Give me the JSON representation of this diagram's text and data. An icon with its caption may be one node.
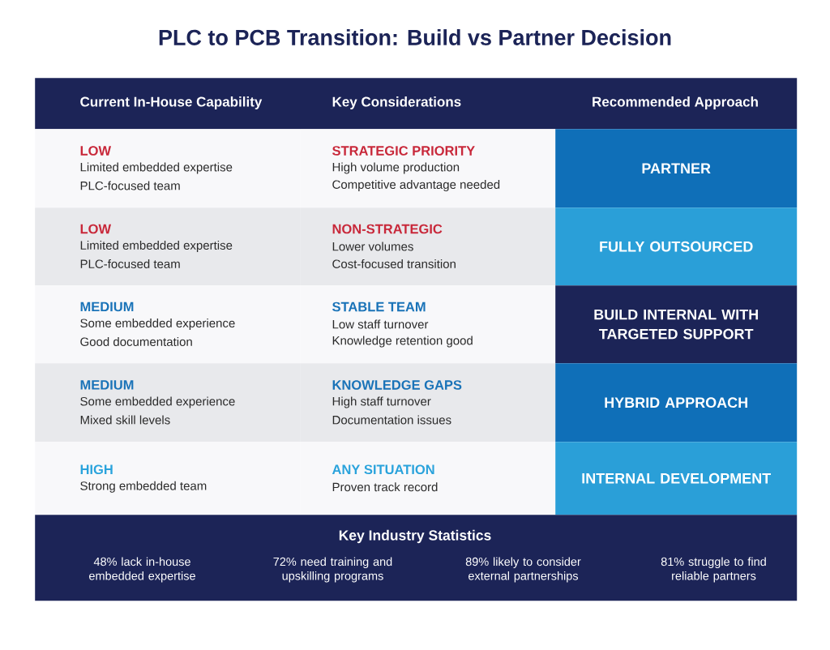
{
  "diagram": {
    "title": "PLC to PCB Transition: Build vs Partner Decision",
    "nodes": [
      {
        "text": [
          "Current In-House Capability",
          "Key Considerations",
          "Recommended Approach"
        ]
      },
      {
        "text": [
          "LOW",
          "Limited embedded expertise",
          "PLC-focused team"
        ]
      },
      {
        "text": [
          "STRATEGIC PRIORITY",
          "High volume production",
          "Competitive advantage needed"
        ]
      },
      {
        "text": [
          "PARTNER"
        ]
      },
      {
        "text": [
          "LOW",
          "Limited embedded expertise",
          "PLC-focused team"
        ]
      },
      {
        "text": [
          "NON-STRATEGIC",
          "Lower volumes",
          "Cost-focused transition"
        ]
      },
      {
        "text": [
          "FULLY OUTSOURCED"
        ]
      },
      {
        "text": [
          "MEDIUM",
          "Some embedded experience",
          "Good documentation"
        ]
      },
      {
        "text": [
          "STABLE TEAM",
          "Low staff turnover",
          "Knowledge retention good"
        ]
      },
      {
        "text": [
          "BUILD INTERNAL WITH TARGETED SUPPORT"
        ]
      },
      {
        "text": [
          "MEDIUM",
          "Some embedded experience",
          "Mixed skill levels"
        ]
      },
      {
        "text": [
          "KNOWLEDGE GAPS",
          "High staff turnover",
          "Documentation issues"
        ]
      },
      {
        "text": [
          "HYBRID APPROACH"
        ]
      },
      {
        "text": [
          "HIGH",
          "Strong embedded team"
        ]
      },
      {
        "text": [
          "ANY SITUATION",
          "Proven track record"
        ]
      },
      {
        "text": [
          "INTERNAL DEVELOPMENT"
        ]
      },
      {
        "text": [
          "Key Industry Statistics",
          "48% lack in-house embedded expertise",
          "72% need training and upskilling programs",
          "89% likely to consider external partnerships",
          "81% struggle to find reliable partners"
        ]
      }
    ]
  }
}
